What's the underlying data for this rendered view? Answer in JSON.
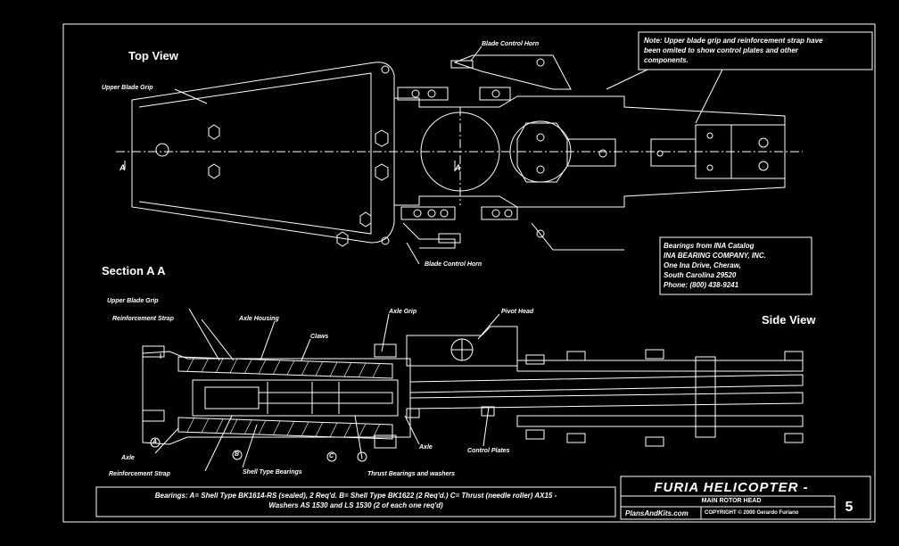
{
  "drawing": {
    "views": {
      "top": "Top View",
      "section": "Section A A",
      "side": "Side View"
    },
    "note_lines": [
      "Note: Upper blade grip and reinforcement strap have",
      "been omited to show control plates and other",
      "components."
    ],
    "section_markers": {
      "a_left": "A",
      "a_center": "A"
    },
    "top_labels": {
      "upper_blade_grip": "Upper Blade Grip",
      "blade_control_horn_top": "Blade Control Horn",
      "blade_control_horn_bottom": "Blade Control Horn"
    },
    "bearing_source_lines": [
      "Bearings from INA Catalog",
      "INA BEARING COMPANY, INC.",
      "One Ina Drive, Cheraw,",
      "South Carolina 29520",
      "Phone: (800) 438-9241"
    ],
    "section_labels": {
      "upper_blade_grip": "Upper Blade Grip",
      "reinforcement_strap_top": "Reinforcement Strap",
      "axle_housing": "Axle Housing",
      "claws": "Claws",
      "axle_grip": "Axle Grip",
      "pivot_head": "Pivot Head",
      "axle_bottom": "Axle",
      "reinforcement_strap_bottom": "Reinforcement Strap",
      "shell_type_bearings": "Shell Type Bearings",
      "thrust_bearings": "Thrust Bearings and washers",
      "axle_right": "Axle",
      "control_plates": "Control Plates"
    },
    "callouts": {
      "a": "A",
      "b": "B",
      "c": "C"
    },
    "footnote_lines": [
      "Bearings: A= Shell Type BK1614-RS (sealed), 2 Req'd. B= Shell Type BK1622 (2 Req'd.) C= Thrust (needle roller) AX15 -",
      "Washers AS 1530 and LS 1530 (2 of each one req'd)"
    ]
  },
  "title_block": {
    "title": "FURIA HELICOPTER -",
    "subtitle": "MAIN ROTOR HEAD",
    "website": "PlansAndKits.com",
    "copyright": "COPYRIGHT © 2000 Gerardo Furiano",
    "sheet": "5"
  }
}
